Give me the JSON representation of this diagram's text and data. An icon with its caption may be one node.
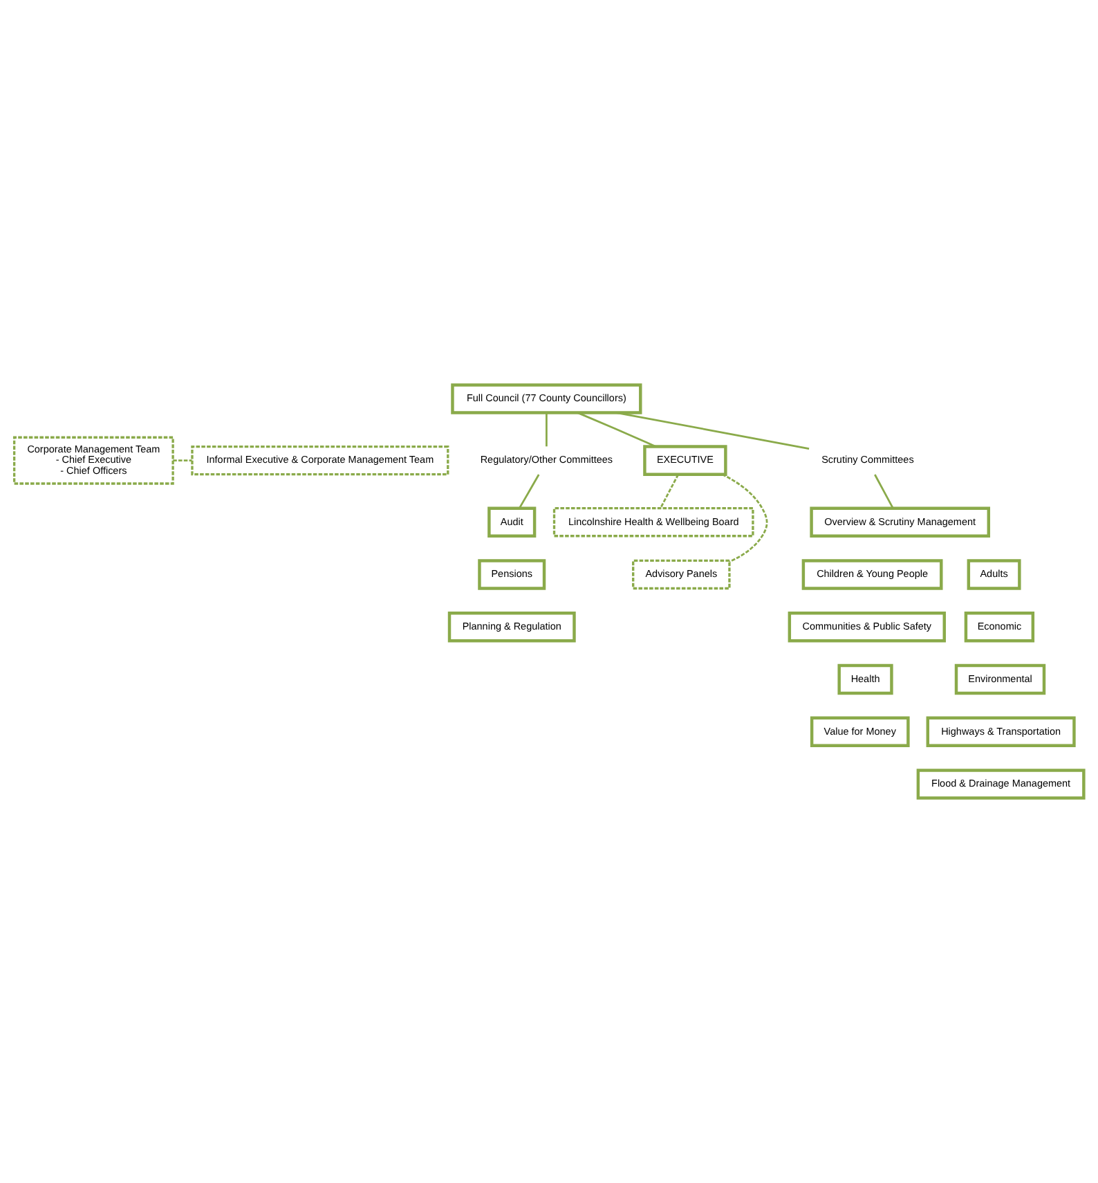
{
  "diagram": {
    "nodes": [
      {
        "text": [
          "Full Council (77 County Councillors)"
        ]
      },
      {
        "text": [
          "Corporate Management Team",
          "- Chief Executive",
          "- Chief Officers"
        ]
      },
      {
        "text": [
          "Informal Executive & Corporate Management Team"
        ]
      },
      {
        "text": [
          "Regulatory/Other Committees"
        ]
      },
      {
        "text": [
          "EXECUTIVE"
        ]
      },
      {
        "text": [
          "Scrutiny Committees"
        ]
      },
      {
        "text": [
          "Audit"
        ]
      },
      {
        "text": [
          "Pensions"
        ]
      },
      {
        "text": [
          "Planning & Regulation"
        ]
      },
      {
        "text": [
          "Lincolnshire Health & Wellbeing Board"
        ]
      },
      {
        "text": [
          "Advisory Panels"
        ]
      },
      {
        "text": [
          "Overview & Scrutiny Management"
        ]
      },
      {
        "text": [
          "Children & Young People"
        ]
      },
      {
        "text": [
          "Adults"
        ]
      },
      {
        "text": [
          "Economic"
        ]
      },
      {
        "text": [
          "Communities & Public Safety"
        ]
      },
      {
        "text": [
          "Environmental"
        ]
      },
      {
        "text": [
          "Highways & Transportation"
        ]
      },
      {
        "text": [
          "Health"
        ]
      },
      {
        "text": [
          "Flood & Drainage Management"
        ]
      },
      {
        "text": [
          "Value for Money"
        ]
      }
    ],
    "edges": [
      {
        "from": 0,
        "to": 3,
        "arrow": "none"
      },
      {
        "from": 0,
        "to": 4,
        "arrow": "none"
      },
      {
        "from": 0,
        "to": 5,
        "arrow": "none"
      },
      {
        "from": 1,
        "to": 2,
        "arrow": "none",
        "style": "dashed"
      },
      {
        "from": 3,
        "to": 6,
        "arrow": "none"
      },
      {
        "from": 5,
        "to": 11,
        "arrow": "none"
      },
      {
        "from": 4,
        "to": 9,
        "arrow": "none",
        "style": "dashed"
      },
      {
        "from": 4,
        "to": 10,
        "arrow": "none",
        "style": "dashed"
      }
    ]
  }
}
